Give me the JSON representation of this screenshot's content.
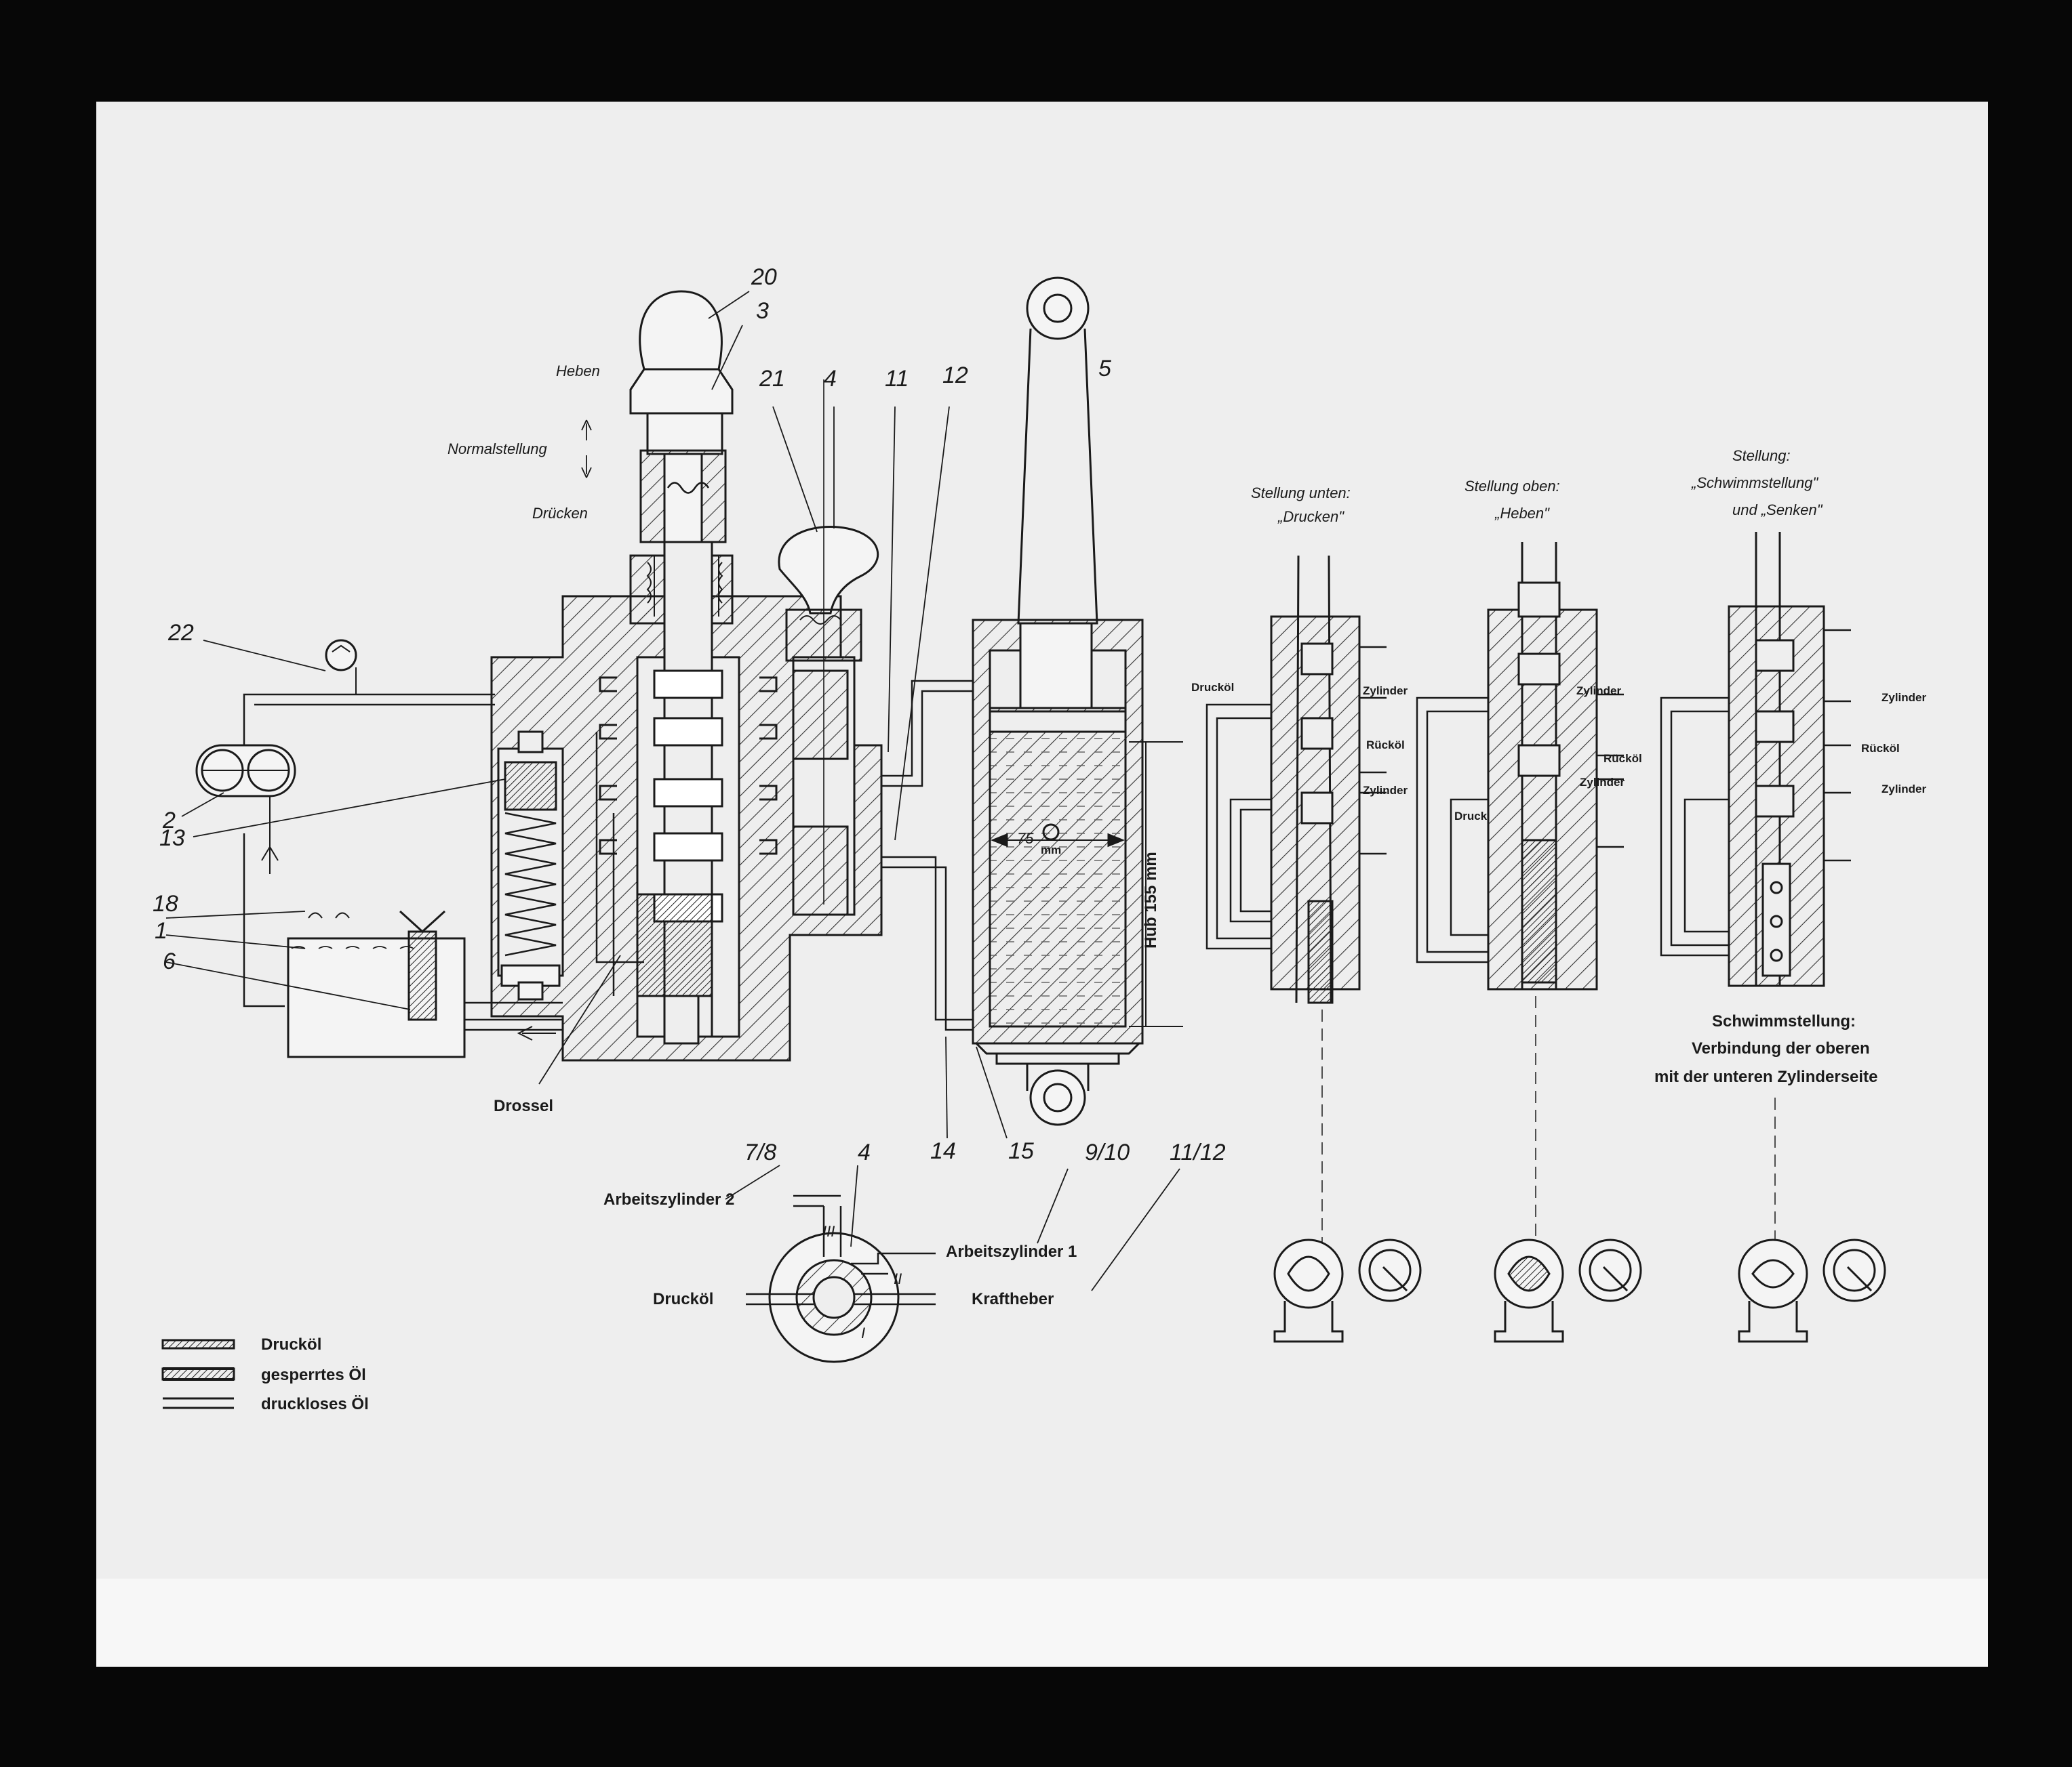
{
  "labels": {
    "n20": "20",
    "n3": "3",
    "n21": "21",
    "n4": "4",
    "n11": "11",
    "n12": "12",
    "n5": "5",
    "n22": "22",
    "n2": "2",
    "n13": "13",
    "n18": "18",
    "n1": "1",
    "n6": "6",
    "n14": "14",
    "n15": "15",
    "heben": "Heben",
    "normalstellung": "Normalstellung",
    "druecken": "Drücken",
    "drossel": "Drossel",
    "hub": "Hub 155 mm",
    "bore": "75",
    "bore_unit": "mm"
  },
  "positions": {
    "p1_title_1": "Stellung unten:",
    "p1_title_2": "„Drucken\"",
    "p2_title_1": "Stellung oben:",
    "p2_title_2": "„Heben\"",
    "p3_title_1": "Stellung:",
    "p3_title_2": "„Schwimmstellung\"",
    "p3_title_3": "und „Senken\"",
    "druckoel": "Drucköl",
    "zylinder": "Zylinder",
    "rueckoel": "Rücköl",
    "druck": "Druck"
  },
  "note": {
    "line1": "Schwimmstellung:",
    "line2": "Verbindung der oberen",
    "line3": "mit der unteren Zylinderseite"
  },
  "rotary": {
    "n78": "7/8",
    "n4": "4",
    "n910": "9/10",
    "n1112": "11/12",
    "arbeitszylinder2": "Arbeitszylinder 2",
    "arbeitszylinder1": "Arbeitszylinder 1",
    "druckoel": "Drucköl",
    "kraftheber": "Kraftheber",
    "port1": "I",
    "port2": "II",
    "port3": "III"
  },
  "legend": {
    "druckoel": "Drucköl",
    "gesperrtes": "gesperrtes Öl",
    "druckloses": "druckloses Öl"
  }
}
